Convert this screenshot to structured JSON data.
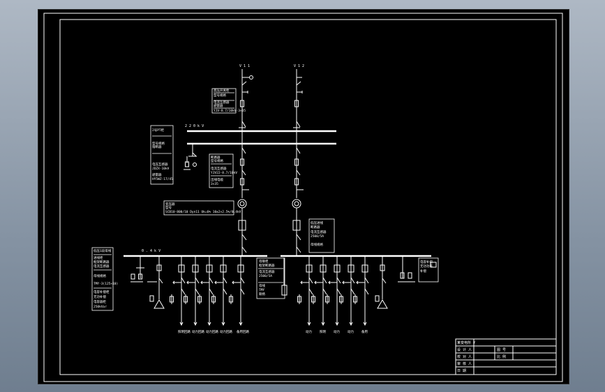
{
  "drawing": {
    "background": "#000000",
    "line_color": "#ffffff",
    "frame_desktop_color": "#8593a3"
  },
  "incoming": {
    "line_1_label": "V 1 1",
    "line_2_label": "V 1 2",
    "line_1_box": [
      "高压开关柜",
      "型号规格",
      "电流互感器",
      "避雷器",
      "YJV-8.7/10kV-3×35"
    ]
  },
  "hv_bus": {
    "label": "2 2 0 k V",
    "pt_box": [
      "2号PT柜",
      "型号规格",
      "熔断器",
      "电压互感器",
      "JDZX-10kV",
      "避雷器",
      "HY5WZ-17/45"
    ],
    "feeder_box": [
      "断路器",
      "型号规格",
      "电流互感器",
      "YJV22-8.7/10kV",
      "出线电缆",
      "3×35"
    ]
  },
  "transformer": {
    "label_1": [
      "变压器",
      "型号",
      "SCB10-800/10 Dyn11 Uk=6% 10±2×2.5%/0.4kV"
    ],
    "label_2": [
      "低压进线",
      "断路器",
      "电流互感器",
      "2500/5A",
      "母线规格"
    ]
  },
  "lv_bus_left": {
    "label": "0 . 4 k V",
    "legend_box": [
      "低压1段母线",
      "进线柜",
      "框架断路器",
      "电流互感器",
      "母线规格",
      "TMY-3(125×10)",
      "电容补偿柜",
      "无功补偿",
      "电容器柜",
      "250kVar"
    ],
    "center_box": [
      "母联柜",
      "框架断路器",
      "电流互感器",
      "2500/5A",
      "母线",
      "TMY",
      "联络"
    ],
    "feeder_labels": [
      "照明回路",
      "动力回路",
      "动力回路",
      "动力回路",
      "备用回路"
    ]
  },
  "lv_bus_right": {
    "right_box": [
      "电容补偿",
      "无功功率",
      "补偿"
    ],
    "feeder_labels": [
      "动力",
      "照明",
      "动力",
      "动力",
      "备用"
    ]
  },
  "title_block": {
    "rows": [
      {
        "left": "某变电所 ¥",
        "mid": "",
        "right": ""
      },
      {
        "left": "设 计 人",
        "mid": "",
        "right": "图 号"
      },
      {
        "left": "校 对 人",
        "mid": "",
        "right": "比 例"
      },
      {
        "left": "审 核 人",
        "mid": "",
        "right": ""
      },
      {
        "left": "日 期",
        "mid": "",
        "right": ""
      }
    ]
  }
}
